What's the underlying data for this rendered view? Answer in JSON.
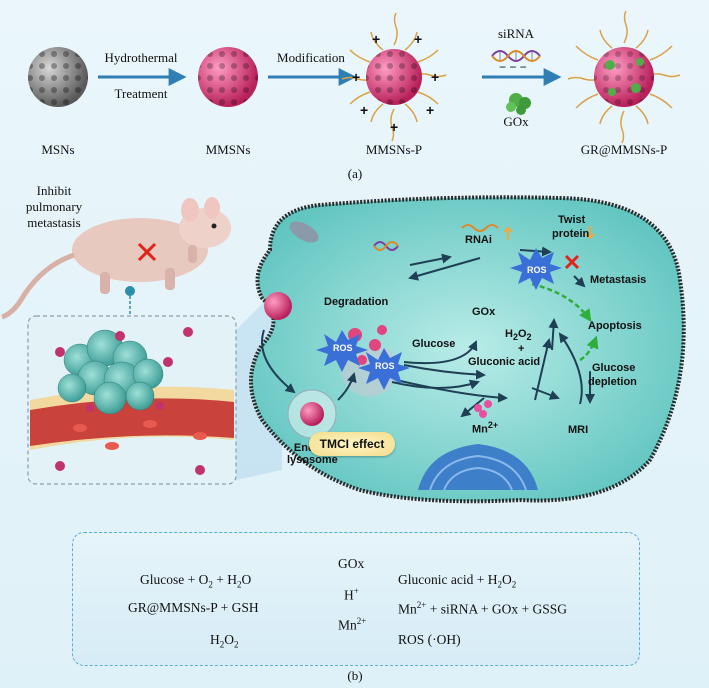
{
  "panel_a": {
    "nodes": [
      "MSNs",
      "MMSNs",
      "MMSNs-P",
      "GR@MMSNs-P"
    ],
    "arrow1_top": "Hydrothermal",
    "arrow1_bottom": "Treatment",
    "arrow2_top": "Modification",
    "arrow3_top": "siRNA",
    "arrow3_bottom": "GOx",
    "caption": "(a)"
  },
  "panel_b": {
    "mouse_text": [
      "Inhibit",
      "pulmonary",
      "metastasis"
    ],
    "cell_labels": {
      "rnai": "RNAi",
      "twist": "Twist",
      "protein": "protein",
      "metastasis": "Metastasis",
      "degradation": "Degradation",
      "gox": "GOx",
      "glucose": "Glucose",
      "h2o2_main": "H",
      "h2o2_sub": "2",
      "h2o2_o": "O",
      "h2o2_sub2": "2",
      "plus": "+",
      "gluconic": "Gluconic acid",
      "apoptosis": "Apoptosis",
      "glucose_dep1": "Glucose",
      "glucose_dep2": "depletion",
      "mn": "Mn",
      "mn_sup": "2+",
      "mri": "MRI",
      "endo1": "Endo-/",
      "endo2": "lysosome",
      "tmci": "TMCI effect",
      "ros": "ROS"
    },
    "equations": {
      "eq1_left": [
        "Glucose + O",
        "2",
        " + H",
        "2",
        "O"
      ],
      "eq1_cat": "GOx",
      "eq1_right": [
        "Gluconic acid + H",
        "2",
        "O",
        "2"
      ],
      "eq2_left": "GR@MMSNs-P + GSH",
      "eq2_cat": [
        "H",
        "+"
      ],
      "eq2_right": [
        "Mn",
        "2+",
        " + siRNA + GOx + GSSG"
      ],
      "eq3_left": [
        "H",
        "2",
        "O",
        "2"
      ],
      "eq3_cat": [
        "Mn",
        "2+"
      ],
      "eq3_right": "ROS (·OH)"
    },
    "caption": "(b)"
  },
  "colors": {
    "arrow": "#2f7fb5",
    "cell": "#7fd3cf",
    "membrane": "#2b2b2b",
    "nanoparticle": "#e0457f",
    "msn_gray": "#8a8a8a",
    "ros": "#3b6fd8",
    "apoptosis_arrow": "#2fae3c",
    "red_cross": "#e2231a",
    "up_arrow": "#f2a93b"
  }
}
